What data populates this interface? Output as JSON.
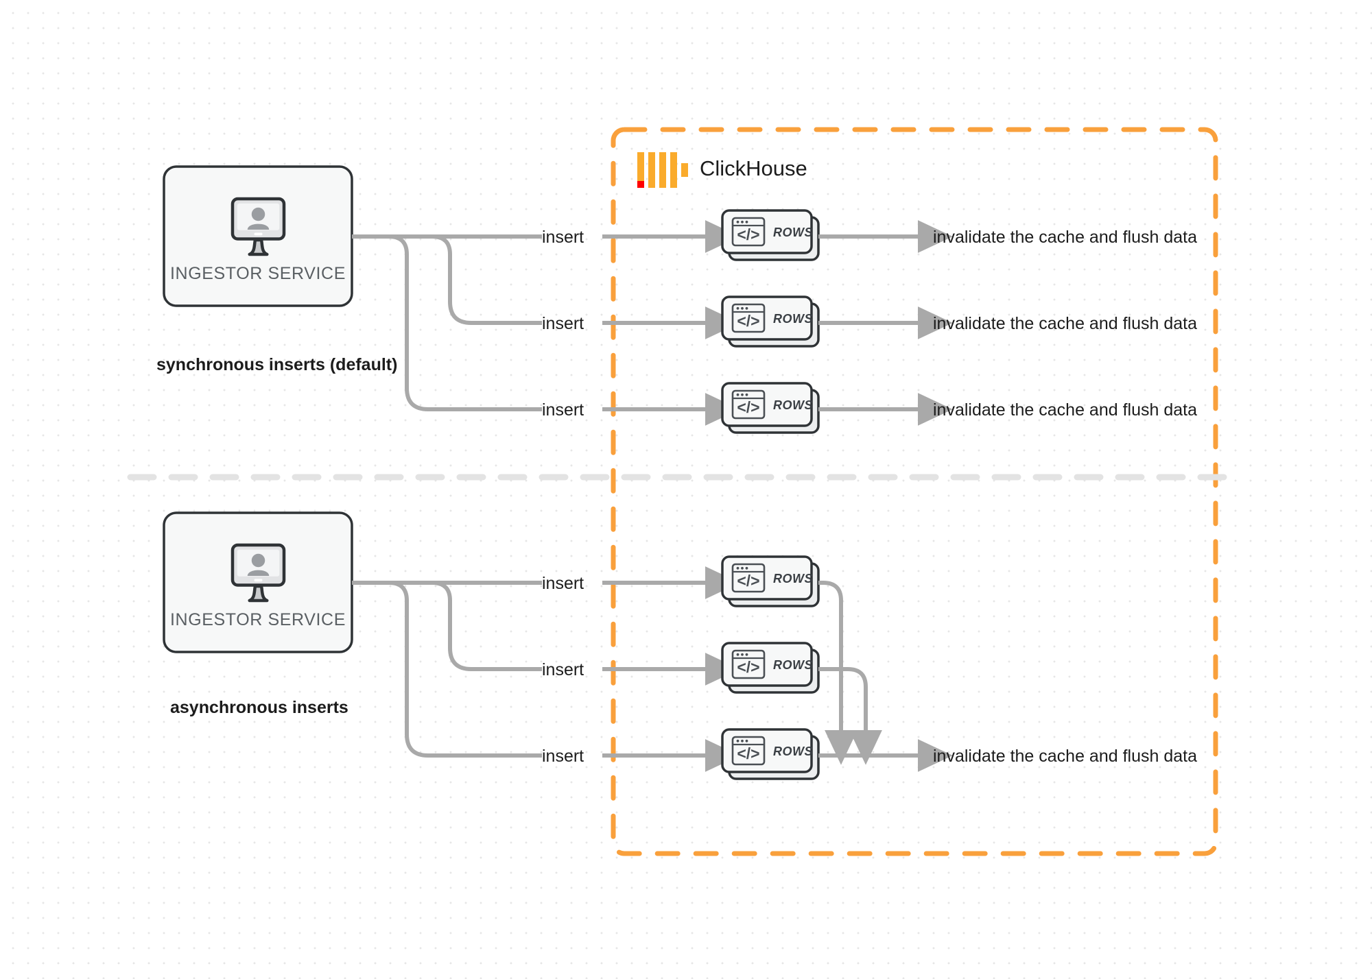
{
  "diagram": {
    "title": "ClickHouse synchronous vs asynchronous inserts",
    "brand": {
      "name": "ClickHouse",
      "logo_icon": "clickhouse-logo-icon",
      "border_color": "#F9A03C",
      "accent_red": "#FF0000",
      "bar_color": "#FAAB2C"
    },
    "colors": {
      "connector": "#a9a9a9",
      "box_border": "#2f3336",
      "box_fill": "#f7f8f8",
      "text": "#1c1c1c",
      "muted_text": "#5a5f63",
      "divider": "#e3e3e3"
    },
    "sections": [
      {
        "id": "synchronous",
        "label": "synchronous inserts (default)",
        "service": {
          "name": "INGESTOR SERVICE",
          "icon": "monitor-user-icon"
        },
        "flows": [
          {
            "edge_label": "insert",
            "node_label": "ROWS",
            "node_icon": "code-window-icon",
            "result_label": "invalidate the cache and flush data"
          },
          {
            "edge_label": "insert",
            "node_label": "ROWS",
            "node_icon": "code-window-icon",
            "result_label": "invalidate the cache and flush data"
          },
          {
            "edge_label": "insert",
            "node_label": "ROWS",
            "node_icon": "code-window-icon",
            "result_label": "invalidate the cache and flush data"
          }
        ]
      },
      {
        "id": "asynchronous",
        "label": "asynchronous inserts",
        "service": {
          "name": "INGESTOR SERVICE",
          "icon": "monitor-user-icon"
        },
        "flows": [
          {
            "edge_label": "insert",
            "node_label": "ROWS",
            "node_icon": "code-window-icon"
          },
          {
            "edge_label": "insert",
            "node_label": "ROWS",
            "node_icon": "code-window-icon"
          },
          {
            "edge_label": "insert",
            "node_label": "ROWS",
            "node_icon": "code-window-icon"
          }
        ],
        "result_label": "invalidate the cache and flush data"
      }
    ]
  }
}
